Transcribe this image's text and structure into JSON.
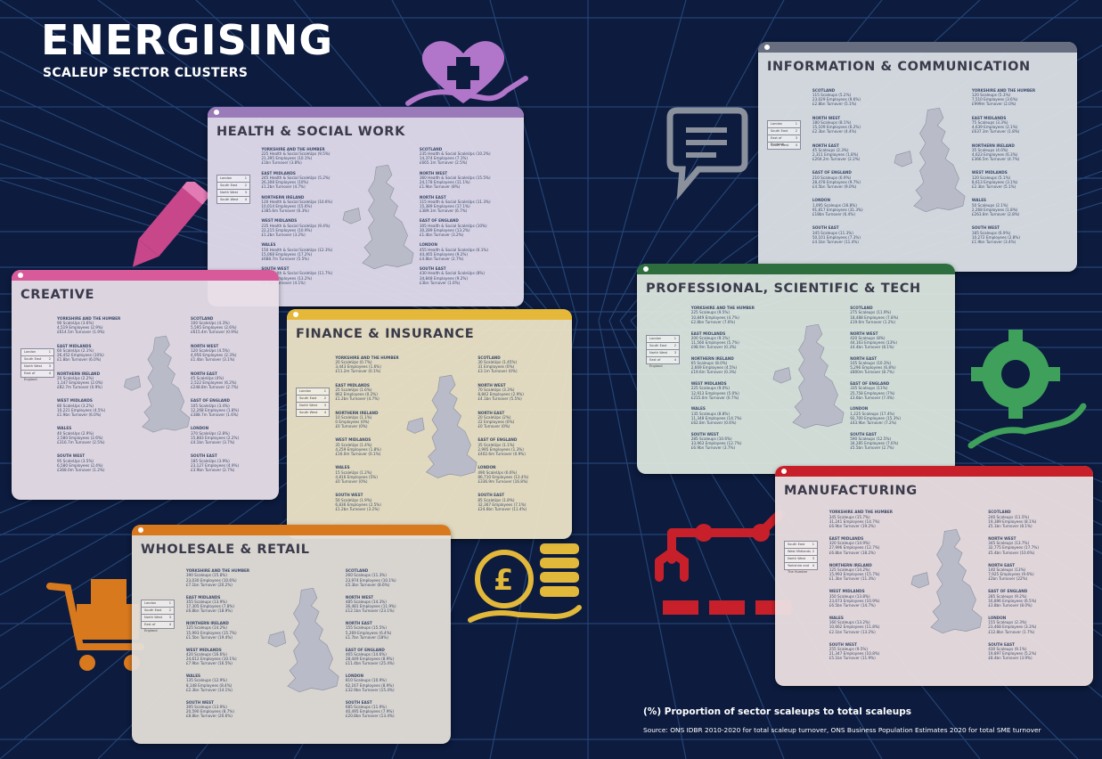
{
  "title": "ENERGISING",
  "subtitle": "SCALEUP SECTOR CLUSTERS",
  "legend_note": "(%) Proportion of sector scaleups to total scaleups",
  "source": "Source: ONS IDBR 2010-2020 for total scaleup turnover, ONS Business Population Estimates 2020 for total SME turnover",
  "colors": {
    "background": "#0c1b3e",
    "grid": "#2a4a7a"
  },
  "icons": [
    "heart-hand-icon",
    "speech-bubble-icon",
    "pencil-icon",
    "gear-hand-icon",
    "robot-arm-icon",
    "coins-hand-icon",
    "shopping-trolley-icon"
  ],
  "cards": {
    "info": {
      "heading": "INFORMATION & COMMUNICATION",
      "color": "#666e80",
      "legend": [
        "London",
        "South East",
        "East of England",
        "South West"
      ],
      "regions": [
        {
          "r": "SCOTLAND",
          "v": "115 Scaleups (5.2%) · 23,029 Employees (9.6%) · £2.8bn Turnover (5.1%)"
        },
        {
          "r": "YORKSHIRE AND THE HUMBER",
          "v": "120 Scaleups (5.3%) · 7,510 Employees (3.6%) · £999m Turnover (2.0%)"
        },
        {
          "r": "NORTH WEST",
          "v": "180 Scaleups (8.1%) · 15,109 Employees (6.2%) · £2.3bn Turnover (4.4%)"
        },
        {
          "r": "EAST MIDLANDS",
          "v": "75 Scaleups (3.3%) · 4,639 Employees (2.1%) · £637.3m Turnover (1.8%)"
        },
        {
          "r": "NORTH EAST",
          "v": "45 Scaleups (2.3%) · 2,311 Employees (1.8%) · £204.2m Turnover (2.2%)"
        },
        {
          "r": "NORTHERN IRELAND",
          "v": "35 Scaleups (4.0%) · 4,623 Employees (6.3%) · £366.5m Turnover (4.7%)"
        },
        {
          "r": "EAST OF ENGLAND",
          "v": "210 Scaleups (6.9%) · 28,478 Employees (9.7%) · £4.5bn Turnover (9.0%)"
        },
        {
          "r": "WEST MIDLANDS",
          "v": "120 Scaleups (5.1%) · 8,613 Employees (3.1%) · £2.3bn Turnover (5.1%)"
        },
        {
          "r": "LONDON",
          "v": "1,095 Scaleups (16.8%) · 91,817 Employees (31.3%) · £18bn Turnover (6.4%)"
        },
        {
          "r": "WALES",
          "v": "50 Scaleups (2.1%) · 2,268 Employees (1.8%) · £263.8m Turnover (2.8%)"
        },
        {
          "r": "SOUTH EAST",
          "v": "345 Scaleups (11.3%) · 50,101 Employees (7.3%) · £4.1bn Turnover (11.4%)"
        },
        {
          "r": "SOUTH WEST",
          "v": "185 Scaleups (6.9%) · 10,272 Employees (2.8%) · £1.9bn Turnover (3.4%)"
        }
      ]
    },
    "health": {
      "heading": "HEALTH & SOCIAL WORK",
      "color": "#9a7ab8",
      "legend": [
        "London",
        "South East",
        "North West",
        "South West"
      ],
      "regions": [
        {
          "r": "YORKSHIRE AND THE HUMBER",
          "v": "225 Health & Social ScaleUps (9.5%) · 21,395 Employees (10.1%) · £1bn Turnover (3.8%)"
        },
        {
          "r": "SCOTLAND",
          "v": "235 Health & Social ScaleUps (10.2%) · 14,374 Employees (7.1%) · £665.1m Turnover (2.5%)"
        },
        {
          "r": "EAST MIDLANDS",
          "v": "245 Health & Social ScaleUps (5.2%) · 26,308 Employees (10%) · £1.2bn Turnover (4.7%)"
        },
        {
          "r": "NORTH WEST",
          "v": "360 Health & Social ScaleUps (15.5%) · 24,178 Employees (11.1%) · £1.9bn Turnover (8%)"
        },
        {
          "r": "NORTHERN IRELAND",
          "v": "120 Health & Social ScaleUps (10.6%) · 10,014 Employees (15.6%) · £385.6m Turnover (6.3%)"
        },
        {
          "r": "NORTH EAST",
          "v": "115 Health & Social ScaleUps (11.3%) · 15,389 Employees (17.1%) · £389.1m Turnover (6.7%)"
        },
        {
          "r": "WEST MIDLANDS",
          "v": "235 Health & Social ScaleUps (9.4%) · 22,215 Employees (10.9%) · £1.2bn Turnover (3.2%)"
        },
        {
          "r": "EAST OF ENGLAND",
          "v": "305 Health & Social ScaleUps (10%) · 30,289 Employees (13.2%) · £1.4bn Turnover (3.2%)"
        },
        {
          "r": "WALES",
          "v": "150 Health & Social ScaleUps (12.3%) · 15,068 Employees (17.2%) · £688.7m Turnover (5.5%)"
        },
        {
          "r": "LONDON",
          "v": "455 Health & Social ScaleUps (6.1%) · 44,465 Employees (9.2%) · £4.8bn Turnover (2.7%)"
        },
        {
          "r": "SOUTH WEST",
          "v": "315 Health & Social ScaleUps (11.7%) · 28,201 Employees (13.2%) · £1.3bn Turnover (4.1%)"
        },
        {
          "r": "SOUTH EAST",
          "v": "430 Health & Social ScaleUps (8%) · 34,848 Employees (9.2%) · £3bn Turnover (1.6%)"
        }
      ]
    },
    "creative": {
      "heading": "CREATIVE",
      "color": "#d85a9a",
      "legend": [
        "London",
        "South East",
        "North West",
        "East of England"
      ],
      "regions": [
        {
          "r": "YORKSHIRE AND THE HUMBER",
          "v": "90 ScaleUps (3.6%) · 4,519 Employees (2.9%) · £614.5m Turnover (1.9%)"
        },
        {
          "r": "SCOTLAND",
          "v": "100 ScaleUps (4.3%) · 5,595 Employees (2.6%) · £615.4m Turnover (0.9%)"
        },
        {
          "r": "EAST MIDLANDS",
          "v": "60 ScaleUps (2.1%) · 26,452 Employees (10%) · £1.8bn Turnover (6.0%)"
        },
        {
          "r": "NORTH WEST",
          "v": "120 ScaleUps (4.5%) · 4,956 Employees (2.3%) · £1.4bn Turnover (3.1%)"
        },
        {
          "r": "NORTHERN IRELAND",
          "v": "20 ScaleUps (2.2%) · 1,147 Employees (2.0%) · £82.7m Turnover (0.9%)"
        },
        {
          "r": "NORTH EAST",
          "v": "45 ScaleUps (4%) · 2,522 Employees (6.2%) · £248.8m Turnover (2.7%)"
        },
        {
          "r": "WEST MIDLANDS",
          "v": "80 ScaleUps (3.2%) · 10,221 Employees (4.5%) · £1.9bn Turnover (6.0%)"
        },
        {
          "r": "EAST OF ENGLAND",
          "v": "105 ScaleUps (3.4%) · 12,268 Employees (1.8%) · £388.7m Turnover (1.6%)"
        },
        {
          "r": "WALES",
          "v": "40 ScaleUps (2.9%) · 2,580 Employees (2.6%) · £316.7m Turnover (2.5%)"
        },
        {
          "r": "LONDON",
          "v": "370 ScaleUps (2.8%) · 15,883 Employees (2.2%) · £4.1bn Turnover (3.7%)"
        },
        {
          "r": "SOUTH WEST",
          "v": "95 ScaleUps (3.5%) · 6,580 Employees (2.4%) · £368.0m Turnover (1.2%)"
        },
        {
          "r": "SOUTH EAST",
          "v": "185 ScaleUps (3.9%) · 23,127 Employees (4.9%) · £3.9bn Turnover (2.7%)"
        }
      ]
    },
    "finance": {
      "heading": "FINANCE & INSURANCE",
      "color": "#e6b83a",
      "legend": [
        "London",
        "South East",
        "North West",
        "South West"
      ],
      "regions": [
        {
          "r": "YORKSHIRE AND THE HUMBER",
          "v": "20 ScaleUps (0.7%) · 3,443 Employees (1.6%) · £11.2m Turnover (0.1%)"
        },
        {
          "r": "SCOTLAND",
          "v": "30 ScaleUps (1.45%) · 31 Employees (0%) · £3.1m Turnover (0%)"
        },
        {
          "r": "EAST MIDLANDS",
          "v": "25 ScaleUps (1.6%) · 862 Employees (0.2%) · £1.2bn Turnover (4.7%)"
        },
        {
          "r": "NORTH WEST",
          "v": "70 ScaleUps (3.3%) · 8,842 Employees (2.9%) · £4.1bn Turnover (5.5%)"
        },
        {
          "r": "NORTHERN IRELAND",
          "v": "10 ScaleUps (1.1%) · 0 Employees (0%) · £0 Turnover (0%)"
        },
        {
          "r": "NORTH EAST",
          "v": "20 ScaleUps (2%) · 22 Employees (0%) · £0 Turnover (0%)"
        },
        {
          "r": "WEST MIDLANDS",
          "v": "35 ScaleUps (1.4%) · 4,259 Employees (1.8%) · £16.0m Turnover (0.1%)"
        },
        {
          "r": "EAST OF ENGLAND",
          "v": "35 ScaleUps (1.1%) · 2,995 Employees (1.3%) · £402.6m Turnover (0.9%)"
        },
        {
          "r": "WALES",
          "v": "15 ScaleUps (1.2%) · 4,816 Employees (5%) · £0 Turnover (0%)"
        },
        {
          "r": "LONDON",
          "v": "490 ScaleUps (6.6%) · 86,710 Employees (13.4%) · £336.9m Turnover (16.8%)"
        },
        {
          "r": "SOUTH WEST",
          "v": "50 ScaleUps (1.9%) · 6,836 Employees (2.5%) · £1.2bn Turnover (3.2%)"
        },
        {
          "r": "SOUTH EAST",
          "v": "85 ScaleUps (1.8%) · 32,367 Employees (7.1%) · £24.6bn Turnover (11.4%)"
        }
      ]
    },
    "professional": {
      "heading": "PROFESSIONAL, SCIENTIFIC & TECH",
      "color": "#2e6e3e",
      "legend": [
        "London",
        "South East",
        "North West",
        "East of England"
      ],
      "regions": [
        {
          "r": "YORKSHIRE AND THE HUMBER",
          "v": "225 Scaleups (9.5%) · 10,849 Employees (4.7%) · £2.8bn Turnover (7.6%)"
        },
        {
          "r": "SCOTLAND",
          "v": "275 Scaleups (11.9%) · 18,488 Employees (7.8%) · £19.6m Turnover (1.2%)"
        },
        {
          "r": "EAST MIDLANDS",
          "v": "200 Scaleups (9.1%) · 11,560 Employees (5.7%) · £98.9m Turnover (0.3%)"
        },
        {
          "r": "NORTH WEST",
          "v": "420 Scaleups (8%) · 44,163 Employees (13%) · £4.4bn Turnover (8.1%)"
        },
        {
          "r": "NORTHERN IRELAND",
          "v": "65 Scaleups (8.0%) · 2,669 Employees (4.5%) · £19.6m Turnover (0.3%)"
        },
        {
          "r": "NORTH EAST",
          "v": "105 Scaleups (10.3%) · 5,296 Employees (6.8%) · £800m Turnover (8.7%)"
        },
        {
          "r": "WEST MIDLANDS",
          "v": "225 Scaleups (9.0%) · 12,913 Employees (5.0%) · £215.0m Turnover (0.7%)"
        },
        {
          "r": "EAST OF ENGLAND",
          "v": "335 Scaleups (11%) · 25,758 Employees (7%) · £3.6bn Turnover (7.4%)"
        },
        {
          "r": "WALES",
          "v": "135 Scaleups (8.8%) · 11,348 Employees (14.7%) · £62.8m Turnover (0.6%)"
        },
        {
          "r": "LONDON",
          "v": "1,225 Scaleups (17.4%) · 92,700 Employees (15.3%) · £43.9bn Turnover (7.2%)"
        },
        {
          "r": "SOUTH WEST",
          "v": "285 Scaleups (10.6%) · 33,963 Employees (12.7%) · £6.9bn Turnover (3.7%)"
        },
        {
          "r": "SOUTH EAST",
          "v": "590 Scaleups (12.5%) · 34,285 Employees (7.6%) · £5.5bn Turnover (2.7%)"
        }
      ]
    },
    "manufacturing": {
      "heading": "MANUFACTURING",
      "color": "#c8202a",
      "legend": [
        "South East",
        "West Midlands",
        "North West",
        "Yorkshire and The Humber"
      ],
      "regions": [
        {
          "r": "YORKSHIRE AND THE HUMBER",
          "v": "345 Scaleups (15.7%) · 31,241 Employees (14.7%) · £6.9bn Turnover (19.2%)"
        },
        {
          "r": "SCOTLAND",
          "v": "240 Scaleups (11.5%) · 19,389 Employees (8.1%) · £5.1bn Turnover (8.1%)"
        },
        {
          "r": "EAST MIDLANDS",
          "v": "320 Scaleups (14.9%) · 27,996 Employees (12.7%) · £6.8bn Turnover (18.2%)"
        },
        {
          "r": "NORTH WEST",
          "v": "345 Scaleups (13.7%) · 32,775 Employees (17.7%) · £5.4bn Turnover (10.6%)"
        },
        {
          "r": "NORTHERN IRELAND",
          "v": "125 Scaleups (14.2%) · 15,993 Employees (15.7%) · £1.3bn Turnover (11.3%)"
        },
        {
          "r": "NORTH EAST",
          "v": "140 Scaleups (13%) · 7,925 Employees (9.6%) · £2bn Turnover (22%)"
        },
        {
          "r": "WEST MIDLANDS",
          "v": "350 Scaleups (13.8%) · 23,673 Employees (10.9%) · £6.5bn Turnover (14.7%)"
        },
        {
          "r": "EAST OF ENGLAND",
          "v": "285 Scaleups (9.2%) · 16,896 Employees (6.5%) · £3.8bn Turnover (8.0%)"
        },
        {
          "r": "WALES",
          "v": "160 Scaleups (13.2%) · 10,662 Employees (11.8%) · £2.1bn Turnover (13.2%)"
        },
        {
          "r": "LONDON",
          "v": "155 Scaleups (2.3%) · 23,468 Employees (3.3%) · £12.8bn Turnover (1.7%)"
        },
        {
          "r": "SOUTH WEST",
          "v": "255 Scaleups (9.5%) · 21,347 Employees (10.8%) · £5.1bn Turnover (11.9%)"
        },
        {
          "r": "SOUTH EAST",
          "v": "430 Scaleups (9.1%) · 19,897 Employees (5.2%) · £8.4bn Turnover (3.9%)"
        }
      ]
    },
    "wholesale": {
      "heading": "WHOLESALE & RETAIL",
      "color": "#d8791e",
      "legend": [
        "London",
        "South East",
        "North West",
        "East of England"
      ],
      "regions": [
        {
          "r": "YORKSHIRE AND THE HUMBER",
          "v": "390 Scaleups (15.8%) · 23,030 Employees (10.6%) · £7.1bn Turnover (20.2%)"
        },
        {
          "r": "SCOTLAND",
          "v": "260 Scaleups (11.3%) · 23,974 Employees (10.1%) · £5.3bn Turnover (8.6%)"
        },
        {
          "r": "EAST MIDLANDS",
          "v": "355 Scaleups (13.9%) · 17,305 Employees (7.8%) · £6.8bn Turnover (18.9%)"
        },
        {
          "r": "NORTH WEST",
          "v": "485 Scaleups (14.3%) · 36,481 Employees (11.9%) · £12.1bn Turnover (23.1%)"
        },
        {
          "r": "NORTHERN IRELAND",
          "v": "125 Scaleups (14.2%) · 15,993 Employees (15.7%) · £1.5bn Turnover (19.4%)"
        },
        {
          "r": "NORTH EAST",
          "v": "155 Scaleups (15.5%) · 5,269 Employees (6.4%) · £1.7bn Turnover (18%)"
        },
        {
          "r": "WEST MIDLANDS",
          "v": "420 Scaleups (16.6%) · 24,612 Employees (10.1%) · £7.9bn Turnover (16.5%)"
        },
        {
          "r": "EAST OF ENGLAND",
          "v": "465 Scaleups (14.6%) · 28,449 Employees (8.9%) · £11.4bn Turnover (25.4%)"
        },
        {
          "r": "WALES",
          "v": "135 Scaleups (12.9%) · 8,148 Employees (8.4%) · £2.3bn Turnover (14.1%)"
        },
        {
          "r": "LONDON",
          "v": "810 Scaleups (10.9%) · 62,167 Employees (8.9%) · £32.9bn Turnover (15.4%)"
        },
        {
          "r": "SOUTH WEST",
          "v": "395 Scaleups (13.9%) · 20,590 Employees (8.7%) · £8.8bn Turnover (20.6%)"
        },
        {
          "r": "SOUTH EAST",
          "v": "685 Scaleups (11.9%) · 40,495 Employees (7.9%) · £20.8bn Turnover (13.4%)"
        }
      ]
    }
  }
}
